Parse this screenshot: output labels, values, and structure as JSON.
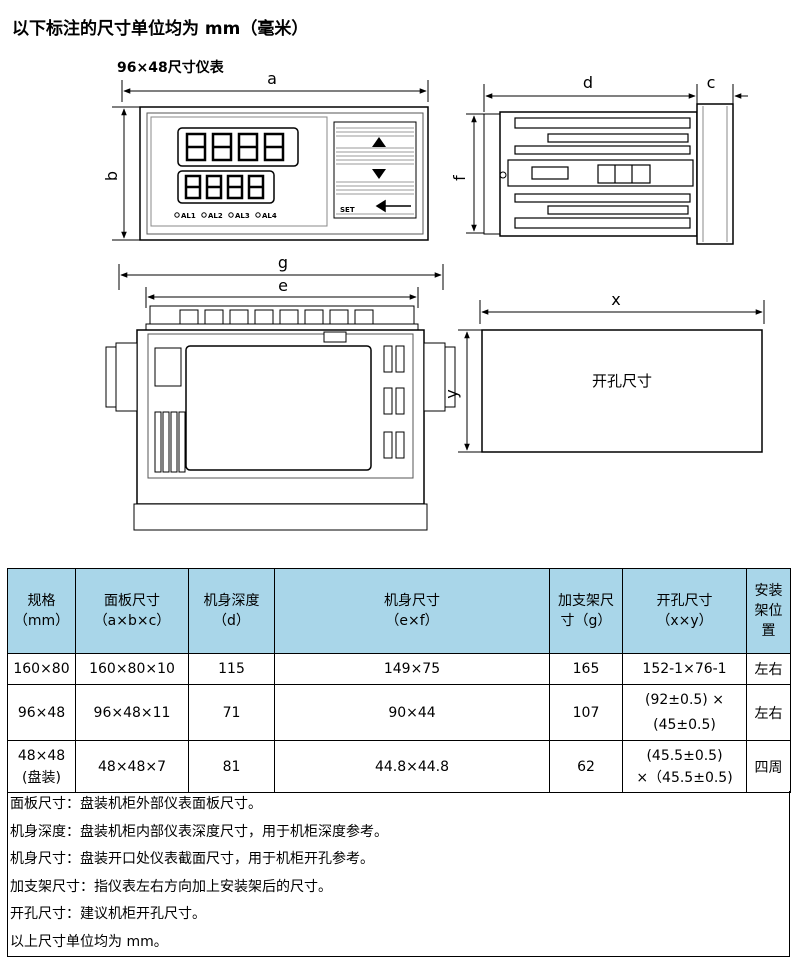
{
  "heading": "以下标注的尺寸单位均为 mm（毫米）",
  "subheading": "96×48尺寸仪表",
  "diagram": {
    "labels": {
      "a": "a",
      "b": "b",
      "c": "c",
      "d": "d",
      "e": "e",
      "f": "f",
      "g": "g",
      "x": "x",
      "y": "y"
    },
    "alarm_labels": [
      "AL1",
      "AL2",
      "AL3",
      "AL4"
    ],
    "set_label": "SET",
    "cutout_label": "开孔尺寸"
  },
  "table": {
    "headers": [
      [
        "规格",
        "（mm）"
      ],
      [
        "面板尺寸",
        "（a×b×c）"
      ],
      [
        "机身深度",
        "（d）"
      ],
      [
        "机身尺寸",
        "（e×f）"
      ],
      [
        "加支架尺",
        "寸（g）"
      ],
      [
        "开孔尺寸",
        "（x×y）"
      ],
      [
        "安装",
        "架位",
        "置"
      ]
    ],
    "rows": [
      [
        [
          "160×80"
        ],
        [
          "160×80×10"
        ],
        [
          "115"
        ],
        [
          "149×75"
        ],
        [
          "165"
        ],
        [
          "152-1×76-1"
        ],
        [
          "左右"
        ]
      ],
      [
        [
          "96×48"
        ],
        [
          "96×48×11"
        ],
        [
          "71"
        ],
        [
          "90×44"
        ],
        [
          "107"
        ],
        [
          "(92±0.5) ×",
          "(45±0.5)"
        ],
        [
          "左右"
        ]
      ],
      [
        [
          "48×48",
          "(盘装)"
        ],
        [
          "48×48×7"
        ],
        [
          "81"
        ],
        [
          "44.8×44.8"
        ],
        [
          "62"
        ],
        [
          "(45.5±0.5)",
          "×（45.5±0.5)"
        ],
        [
          "四周"
        ]
      ]
    ]
  },
  "notes": [
    "面板尺寸：盘装机柜外部仪表面板尺寸。",
    "机身深度：盘装机柜内部仪表深度尺寸，用于机柜深度参考。",
    "机身尺寸：盘装开口处仪表截面尺寸，用于机柜开孔参考。",
    "加支架尺寸：指仪表左右方向加上安装架后的尺寸。",
    "开孔尺寸：建议机柜开孔尺寸。",
    "以上尺寸单位均为 mm。"
  ]
}
